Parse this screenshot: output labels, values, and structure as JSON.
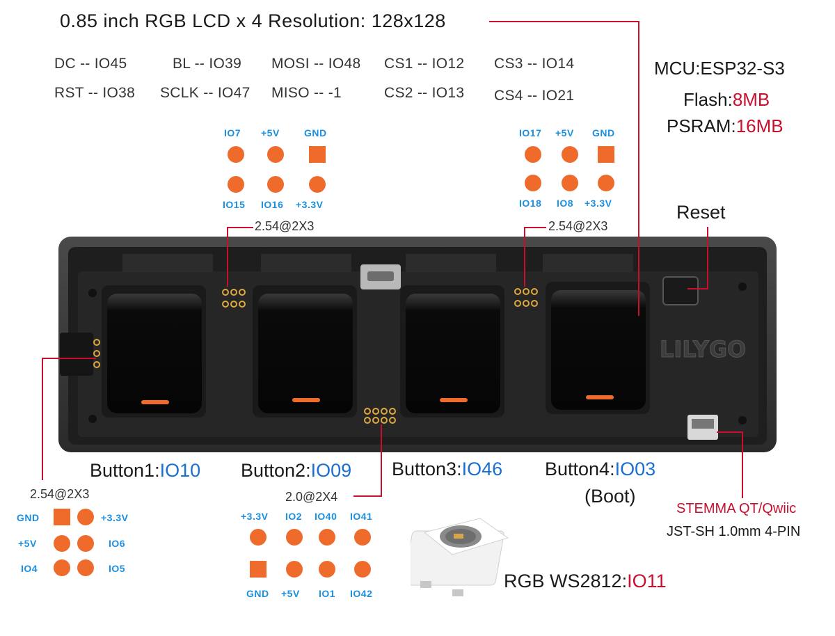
{
  "title": "0.85 inch RGB LCD x 4  Resolution: 128x128",
  "pinmap": {
    "dc": "DC  -- IO45",
    "rst": "RST -- IO38",
    "bl": "BL  -- IO39",
    "sclk": "SCLK -- IO47",
    "mosi": "MOSI -- IO48",
    "miso": "MISO --    -1",
    "cs1": "CS1 -- IO12",
    "cs2": "CS2 -- IO13",
    "cs3": "CS3 -- IO14",
    "cs4": "CS4 -- IO21"
  },
  "mcu": {
    "name": "MCU:ESP32-S3",
    "flash_label": "Flash:",
    "flash_value": "8MB",
    "psram_label": "PSRAM:",
    "psram_value": "16MB"
  },
  "header_left": {
    "top": [
      "IO7",
      "+5V",
      "GND"
    ],
    "bottom": [
      "IO15",
      "IO16",
      "+3.3V"
    ],
    "pitch": "2.54@2X3"
  },
  "header_right": {
    "top": [
      "IO17",
      "+5V",
      "GND"
    ],
    "bottom": [
      "IO18",
      "IO8",
      "+3.3V"
    ],
    "pitch": "2.54@2X3"
  },
  "reset_label": "Reset",
  "logo_text": "LILYGO",
  "buttons": [
    {
      "name": "Button1:",
      "io": "IO10"
    },
    {
      "name": "Button2:",
      "io": "IO09"
    },
    {
      "name": "Button3:",
      "io": "IO46"
    },
    {
      "name": "Button4:",
      "io": "IO03"
    }
  ],
  "boot_label": "(Boot)",
  "side_header": {
    "pitch": "2.54@2X3",
    "rows": [
      [
        "GND",
        "+3.3V"
      ],
      [
        "+5V",
        "IO6"
      ],
      [
        "IO4",
        "IO5"
      ]
    ]
  },
  "bottom_header": {
    "pitch": "2.0@2X4",
    "top": [
      "+3.3V",
      "IO2",
      "IO40",
      "IO41"
    ],
    "bottom": [
      "GND",
      "+5V",
      "IO1",
      "IO42"
    ]
  },
  "stemma": {
    "line1": "STEMMA QT/Qwiic",
    "line2": "JST-SH 1.0mm 4-PIN"
  },
  "rgb": {
    "label": "RGB WS2812:",
    "io": "IO11"
  },
  "colors": {
    "accent_red": "#c8102e",
    "pin_orange": "#ef6b2b",
    "label_blue": "#1b8fe0",
    "io_blue": "#1b6fd1"
  }
}
